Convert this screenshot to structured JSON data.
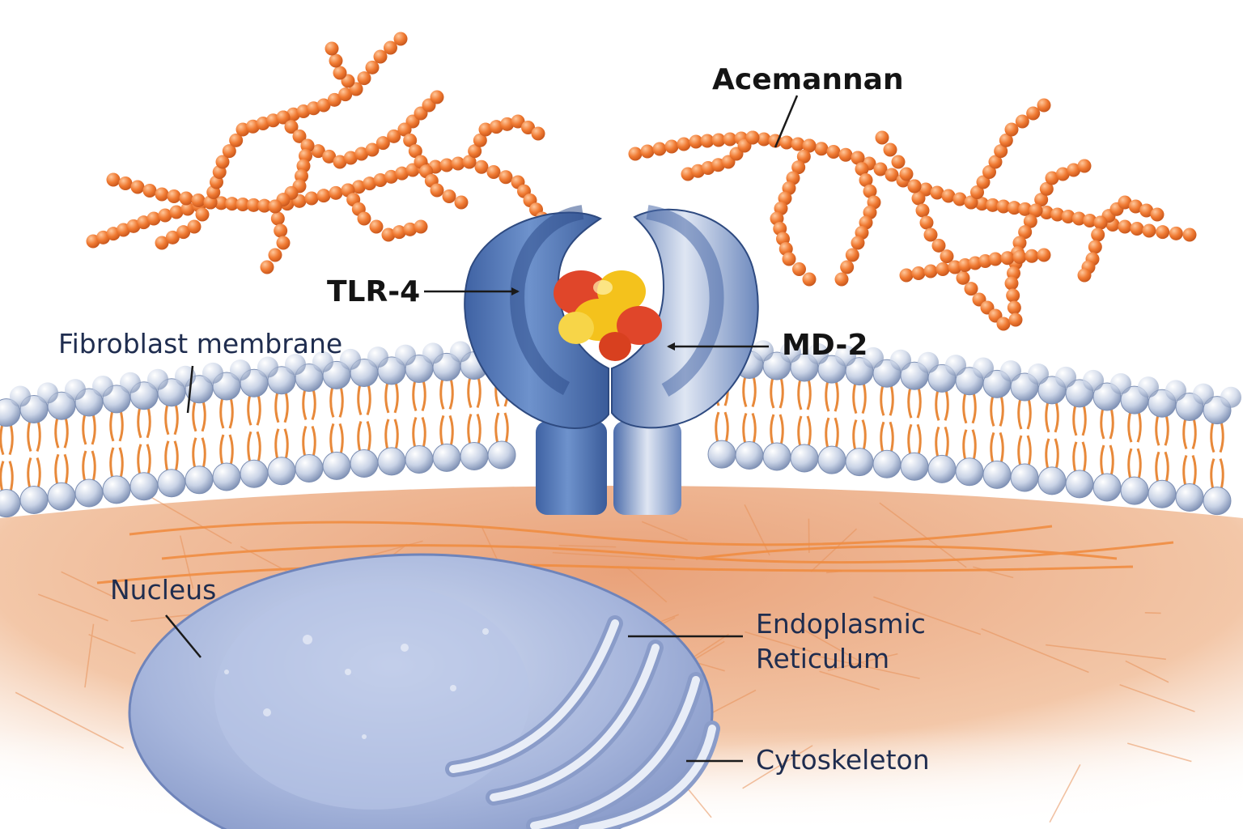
{
  "labels": {
    "acemannan": "Acemannan",
    "tlr4": "TLR-4",
    "md2": "MD-2",
    "fibroblast_membrane": "Fibroblast membrane",
    "nucleus": "Nucleus",
    "endoplasmic_line1": "Endoplasmic",
    "endoplasmic_line2": "Reticulum",
    "cytoskeleton": "Cytoskeleton"
  },
  "colors": {
    "polysaccharide": "#f07a32",
    "receptor_blue": "#5a7fbd",
    "receptor_light": "#c8d3e8",
    "lipid_head": "#c9d3e6",
    "lipid_tail": "#e8893a",
    "cytoplasm": "#f3c7a8",
    "nucleus": "#a7b6dc",
    "ligand_red": "#e0462a",
    "ligand_yellow": "#f4c21c",
    "label_dark": "#141414",
    "label_navy": "#1f2d4f"
  }
}
